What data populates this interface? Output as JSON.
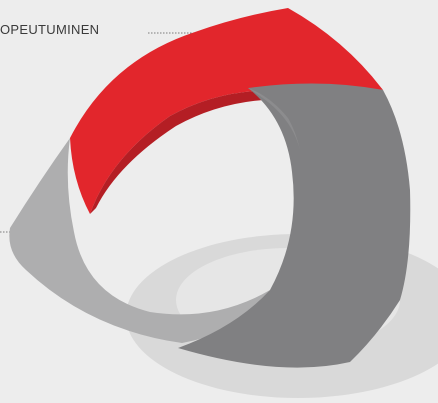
{
  "labels": {
    "top": "OPEUTUMINEN"
  },
  "segments": [
    {
      "name": "top-segment",
      "color": "#e2262c"
    },
    {
      "name": "left-segment",
      "color": "#aeaeaf"
    },
    {
      "name": "right-segment",
      "color": "#808082"
    }
  ],
  "shadow_color": "#d9d9d9"
}
